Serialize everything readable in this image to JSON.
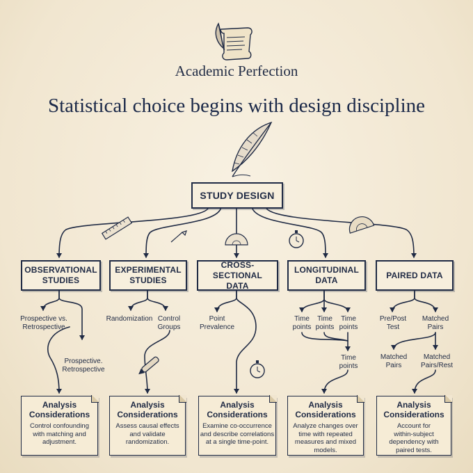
{
  "brand": "Academic Perfection",
  "headline": "Statistical choice begins with design discipline",
  "root": "STUDY DESIGN",
  "categories": [
    {
      "title": "OBSERVATIONAL\nSTUDIES",
      "consideration_title": "Analysis\nConsiderations",
      "consideration_body": "Control confounding\nwith matching and\nadjustment."
    },
    {
      "title": "EXPERIMENTAL\nSTUDIES",
      "consideration_title": "Analysis\nConsiderations",
      "consideration_body": "Assess causal effects\nand validate\nrandomization."
    },
    {
      "title": "CROSS-SECTIONAL\nDATA",
      "consideration_title": "Analysis\nConsiderations",
      "consideration_body": "Examine co-occurrence\nand describe correlations\nat a single time-point."
    },
    {
      "title": "LONGITUDINAL\nDATA",
      "consideration_title": "Analysis\nConsiderations",
      "consideration_body": "Analyze changes over\ntime with repeated\nmeasures and mixed\nmodels."
    },
    {
      "title": "PAIRED DATA",
      "consideration_title": "Analysis\nConsiderations",
      "consideration_body": "Account for\nwithin-subject\ndependency with\npaired tests."
    }
  ],
  "sublabels": {
    "obs_1": "Prospective vs.\nRetrospective",
    "obs_2": "Prospective.\nRetrospective",
    "exp_1": "Randomization",
    "exp_2": "Control\nGroups",
    "cross_1": "Point\nPrevalence",
    "long_1": "Time\npoints",
    "long_2": "Time\npoints",
    "long_3": "Time\npoints",
    "long_4": "Time\npoints",
    "pair_1": "Pre/Post\nTest",
    "pair_2": "Matched\nPairs",
    "pair_3": "Matched\nPairs",
    "pair_4": "Matched\nPairs/Rest"
  },
  "icons": [
    "scroll-quill-icon",
    "feather-quill-icon",
    "ruler-icon",
    "pen-icon",
    "protractor-icon",
    "stopwatch-icon",
    "set-square-icon",
    "fountain-pen-icon",
    "stopwatch-icon"
  ],
  "colors": {
    "ink": "#1f2a44",
    "paper": "#f3ead8",
    "box": "#f7efdd"
  }
}
